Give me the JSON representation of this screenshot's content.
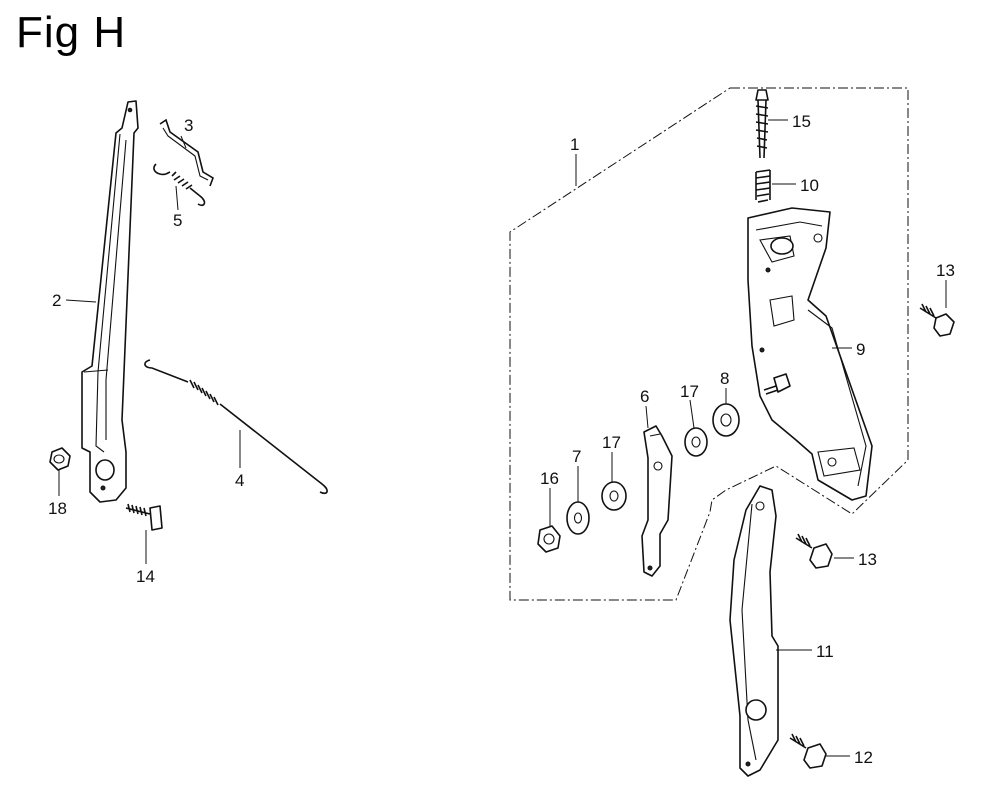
{
  "figure": {
    "title": "Fig H"
  },
  "callouts": {
    "c1": "1",
    "c2": "2",
    "c3": "3",
    "c4": "4",
    "c5": "5",
    "c6": "6",
    "c7": "7",
    "c8": "8",
    "c9": "9",
    "c10": "10",
    "c11": "11",
    "c12": "12",
    "c13a": "13",
    "c13b": "13",
    "c14": "14",
    "c15": "15",
    "c16": "16",
    "c17a": "17",
    "c17b": "17",
    "c18": "18"
  }
}
